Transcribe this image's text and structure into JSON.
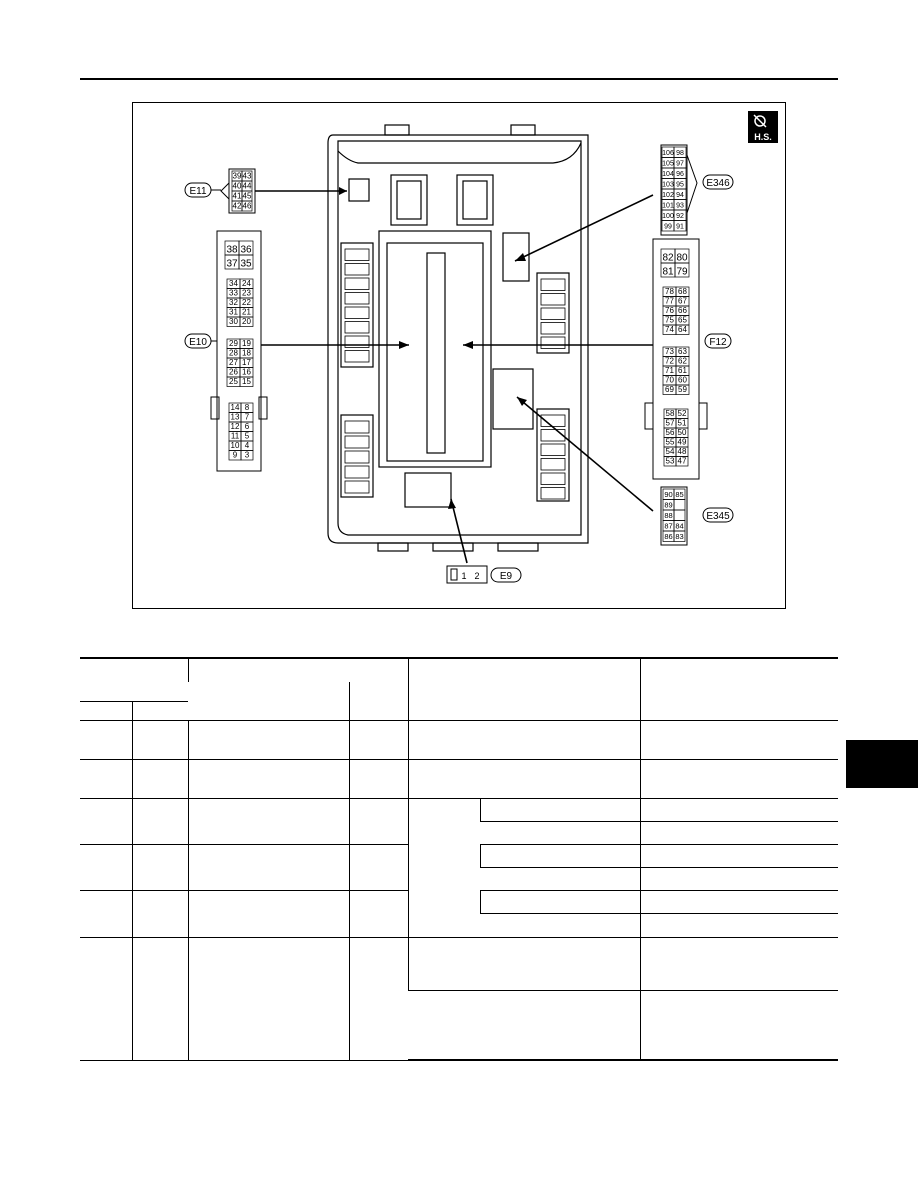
{
  "figure": {
    "symbol": "H.S.",
    "connectors": {
      "e11": {
        "label": "E11",
        "pins": [
          [
            "39",
            "43"
          ],
          [
            "40",
            "44"
          ],
          [
            "41",
            "45"
          ],
          [
            "42",
            "46"
          ]
        ]
      },
      "e10": {
        "label": "E10",
        "pins_top": [
          [
            "38",
            "36"
          ],
          [
            "37",
            "35"
          ]
        ],
        "pins_mid": [
          [
            "34",
            "24"
          ],
          [
            "33",
            "23"
          ],
          [
            "32",
            "22"
          ],
          [
            "31",
            "21"
          ],
          [
            "30",
            "20"
          ]
        ],
        "pins_mid2": [
          [
            "29",
            "19"
          ],
          [
            "28",
            "18"
          ],
          [
            "27",
            "17"
          ],
          [
            "26",
            "16"
          ],
          [
            "25",
            "15"
          ]
        ],
        "pins_bot": [
          [
            "14",
            "8"
          ],
          [
            "13",
            "7"
          ],
          [
            "12",
            "6"
          ],
          [
            "11",
            "5"
          ],
          [
            "10",
            "4"
          ],
          [
            "9",
            "3"
          ]
        ]
      },
      "e346": {
        "label": "E346",
        "pins": [
          [
            "106",
            "98"
          ],
          [
            "105",
            "97"
          ],
          [
            "104",
            "96"
          ],
          [
            "103",
            "95"
          ],
          [
            "102",
            "94"
          ],
          [
            "101",
            "93"
          ],
          [
            "100",
            "92"
          ],
          [
            "99",
            "91"
          ]
        ]
      },
      "f12": {
        "label": "F12",
        "pins_top": [
          [
            "82",
            "80"
          ],
          [
            "81",
            "79"
          ]
        ],
        "pins_mid": [
          [
            "78",
            "68"
          ],
          [
            "77",
            "67"
          ],
          [
            "76",
            "66"
          ],
          [
            "75",
            "65"
          ],
          [
            "74",
            "64"
          ]
        ],
        "pins_mid2": [
          [
            "73",
            "63"
          ],
          [
            "72",
            "62"
          ],
          [
            "71",
            "61"
          ],
          [
            "70",
            "60"
          ],
          [
            "69",
            "59"
          ]
        ],
        "pins_bot": [
          [
            "58",
            "52"
          ],
          [
            "57",
            "51"
          ],
          [
            "56",
            "50"
          ],
          [
            "55",
            "49"
          ],
          [
            "54",
            "48"
          ],
          [
            "53",
            "47"
          ]
        ]
      },
      "e345": {
        "label": "E345",
        "pins": [
          [
            "90",
            "85"
          ],
          [
            "89",
            ""
          ],
          [
            "88",
            ""
          ],
          [
            "87",
            "84"
          ],
          [
            "86",
            "83"
          ]
        ]
      },
      "e9": {
        "label": "E9",
        "pins": [
          "1",
          "2"
        ]
      }
    }
  },
  "table": {
    "rows": 12,
    "columns": 6
  }
}
